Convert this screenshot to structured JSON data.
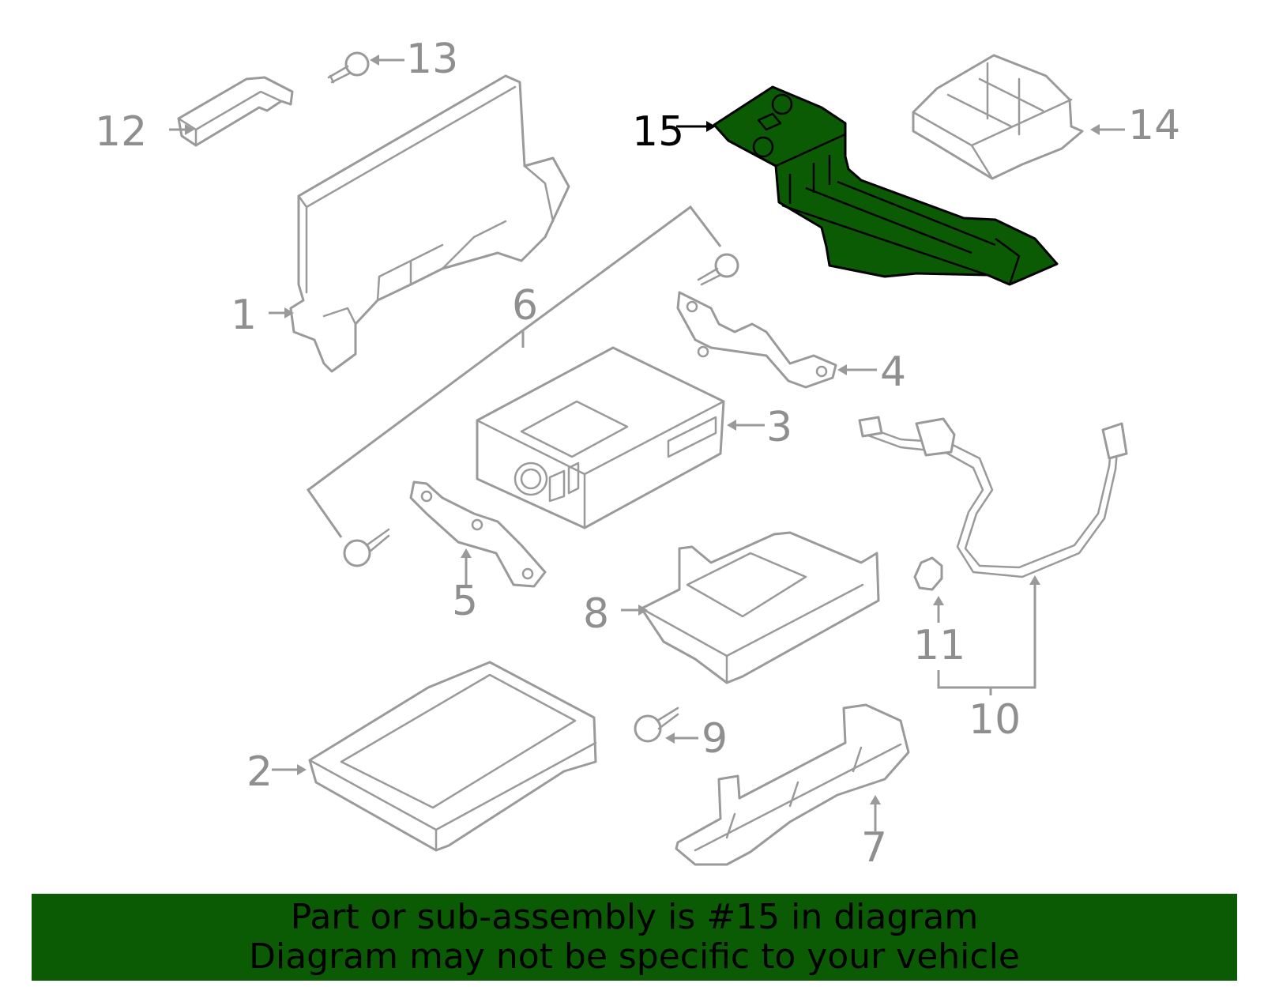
{
  "highlighted_part": "15",
  "callouts": [
    {
      "id": "c1",
      "label": "1"
    },
    {
      "id": "c2",
      "label": "2"
    },
    {
      "id": "c3",
      "label": "3"
    },
    {
      "id": "c4",
      "label": "4"
    },
    {
      "id": "c5",
      "label": "5"
    },
    {
      "id": "c6",
      "label": "6"
    },
    {
      "id": "c7",
      "label": "7"
    },
    {
      "id": "c8",
      "label": "8"
    },
    {
      "id": "c9",
      "label": "9"
    },
    {
      "id": "c10",
      "label": "10"
    },
    {
      "id": "c11",
      "label": "11"
    },
    {
      "id": "c12",
      "label": "12"
    },
    {
      "id": "c13",
      "label": "13"
    },
    {
      "id": "c14",
      "label": "14"
    },
    {
      "id": "c15",
      "label": "15"
    }
  ],
  "notice": {
    "line1": "Part or sub-assembly is #15 in diagram",
    "line2": "Diagram may not be specific to your vehicle"
  },
  "colors": {
    "highlight": "#0b5a04",
    "outline": "#9a9a9a",
    "label": "#8f8f8f"
  }
}
